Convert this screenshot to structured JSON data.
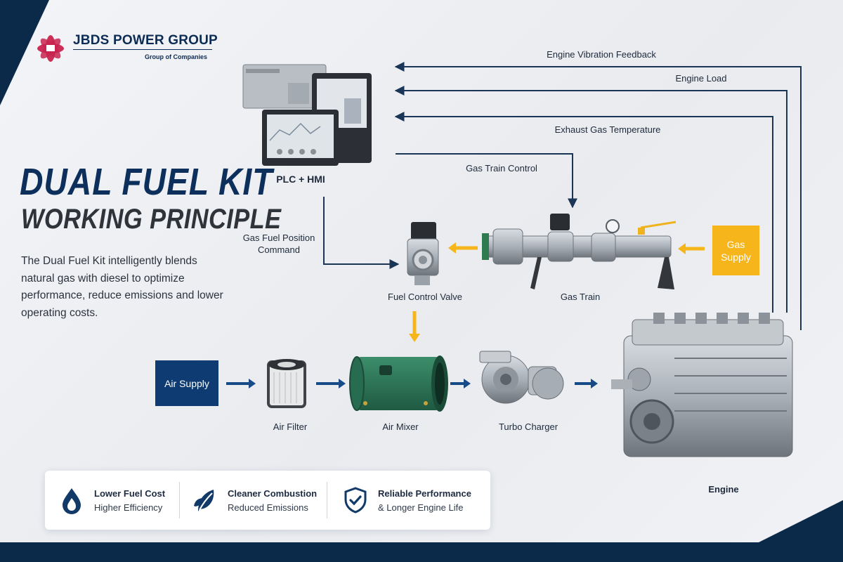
{
  "brand": {
    "name": "JBDS POWER GROUP",
    "tagline": "Group of Companies"
  },
  "heading": {
    "title": "DUAL FUEL KIT",
    "subtitle": "WORKING PRINCIPLE",
    "description": "The Dual Fuel Kit intelligently blends natural gas with diesel to optimize performance, reduce emissions and lower operating costs."
  },
  "components": {
    "plc": "PLC + HMI",
    "fuel_valve": "Fuel Control Valve",
    "gas_train": "Gas Train",
    "gas_supply": "Gas Supply",
    "air_supply": "Air Supply",
    "air_filter": "Air Filter",
    "air_mixer": "Air Mixer",
    "turbo": "Turbo Charger",
    "engine": "Engine"
  },
  "signals": {
    "vibration": "Engine Vibration Feedback",
    "load": "Engine Load",
    "exhaust": "Exhaust Gas Temperature",
    "gas_train_control": "Gas Train Control",
    "gas_position": "Gas Fuel Position\nCommand"
  },
  "benefits": [
    {
      "title": "Lower Fuel Cost",
      "detail": "Higher Efficiency",
      "icon": "flame-drop-icon"
    },
    {
      "title": "Cleaner Combustion",
      "detail": "Reduced Emissions",
      "icon": "leaf-icon"
    },
    {
      "title": "Reliable Performance",
      "detail": "& Longer Engine Life",
      "icon": "shield-check-icon"
    }
  ],
  "colors": {
    "navy": "#0d2f5c",
    "line": "#1b3556",
    "gas_arrow": "#f6b51a",
    "air_arrow": "#174a86",
    "mixer_green": "#2f7a5b"
  }
}
